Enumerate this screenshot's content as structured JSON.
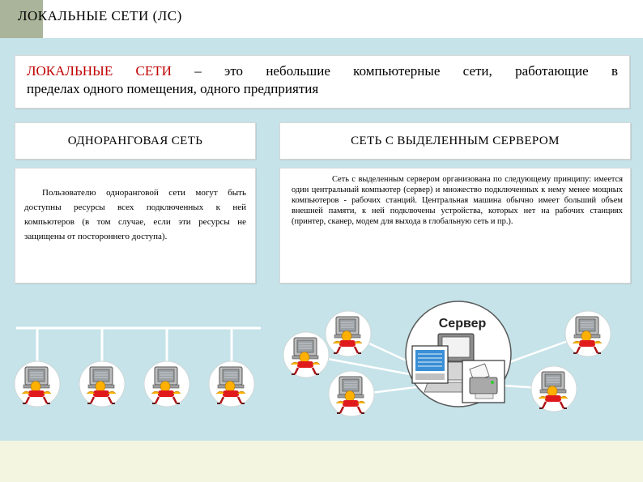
{
  "header": {
    "title": "ЛОКАЛЬНЫЕ  СЕТИ  (ЛС)"
  },
  "definition": {
    "term": "ЛОКАЛЬНЫЕ  СЕТИ",
    "text_line1": " – это небольшие компьютерные сети,  работающие в",
    "text_line2": "пределах одного помещения, одного предприятия"
  },
  "peer_network": {
    "heading": "ОДНОРАНГОВАЯ  СЕТЬ",
    "description": "Пользователю одноранговой сети могут быть доступны ресурсы всех подключенных к ней компьютеров (в том случае, если эти ресурсы не защищены от постороннего доступа)."
  },
  "server_network": {
    "heading": "СЕТЬ  С  ВЫДЕЛЕННЫМ  СЕРВЕРОМ",
    "description": "Сеть с выделенным сервером организована по следующему принципу: имеется один центральный компьютер (сервер) и множество подключенных к нему менее мощных компьютеров - рабочих станций. Центральная машина обычно имеет больший объем внешней памяти, к ней подключены устройства, которых нет на рабочих станциях (принтер, сканер, модем для выхода в глобальную сеть и пр.)."
  },
  "diagram": {
    "server_label": "Сервер",
    "colors": {
      "bus": "#ffffff",
      "user_body": "#ffb000",
      "user_shirt": "#e0191c",
      "monitor": "#bdbdbd",
      "screen": "#9aa0a4",
      "circle": "#ffffff"
    }
  }
}
